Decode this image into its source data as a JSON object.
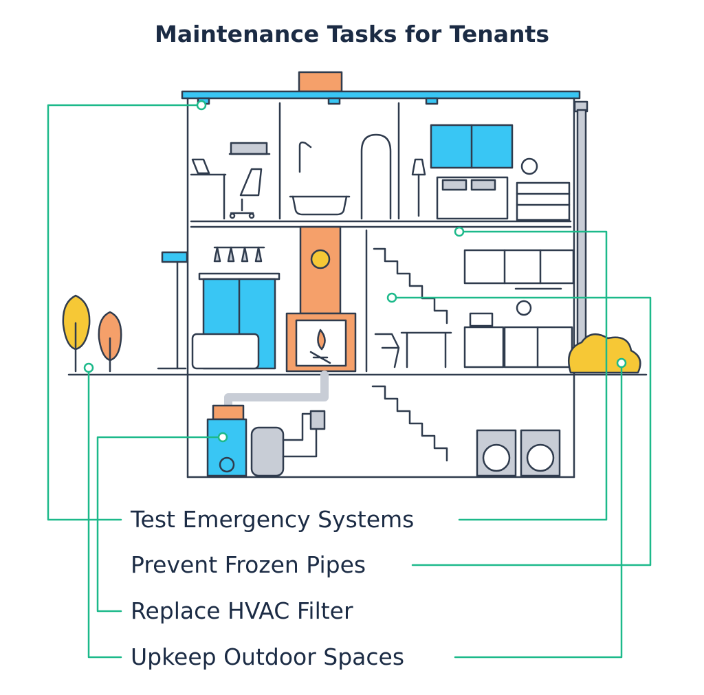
{
  "title": "Maintenance Tasks for Tenants",
  "tasks": [
    {
      "label": "Test Emergency Systems"
    },
    {
      "label": "Prevent Frozen Pipes"
    },
    {
      "label": "Replace HVAC Filter"
    },
    {
      "label": "Upkeep Outdoor Spaces"
    }
  ],
  "colors": {
    "outline": "#2f3b4d",
    "callout": "#1cb98a",
    "blue": "#39c6f4",
    "orange": "#f5a06a",
    "yellow": "#f6c836",
    "gray": "#c8cdd6",
    "text": "#1b2b44"
  }
}
